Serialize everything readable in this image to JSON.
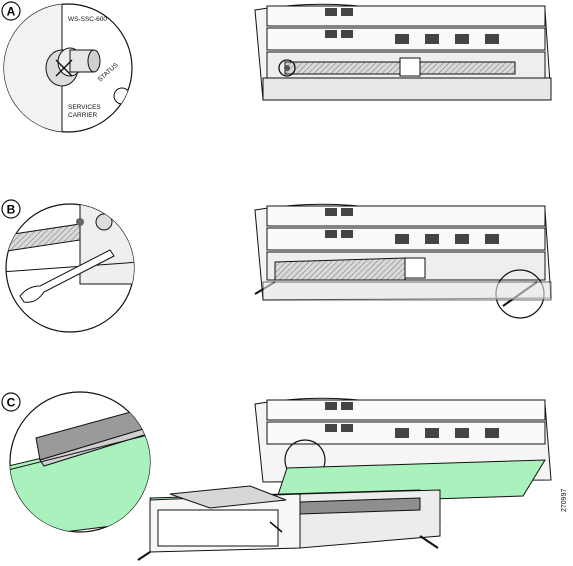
{
  "steps": [
    {
      "badge": "A"
    },
    {
      "badge": "B"
    },
    {
      "badge": "C"
    }
  ],
  "callout_a": {
    "model": "WS-SSC-600",
    "status": "STATUS",
    "services_line1": "SERVICES",
    "services_line2": "CARRIER"
  },
  "figure_id": "270997",
  "colors": {
    "highlight_green": "#a9f2bd",
    "chassis_grey": "#c8c8c8",
    "line": "#111111"
  }
}
